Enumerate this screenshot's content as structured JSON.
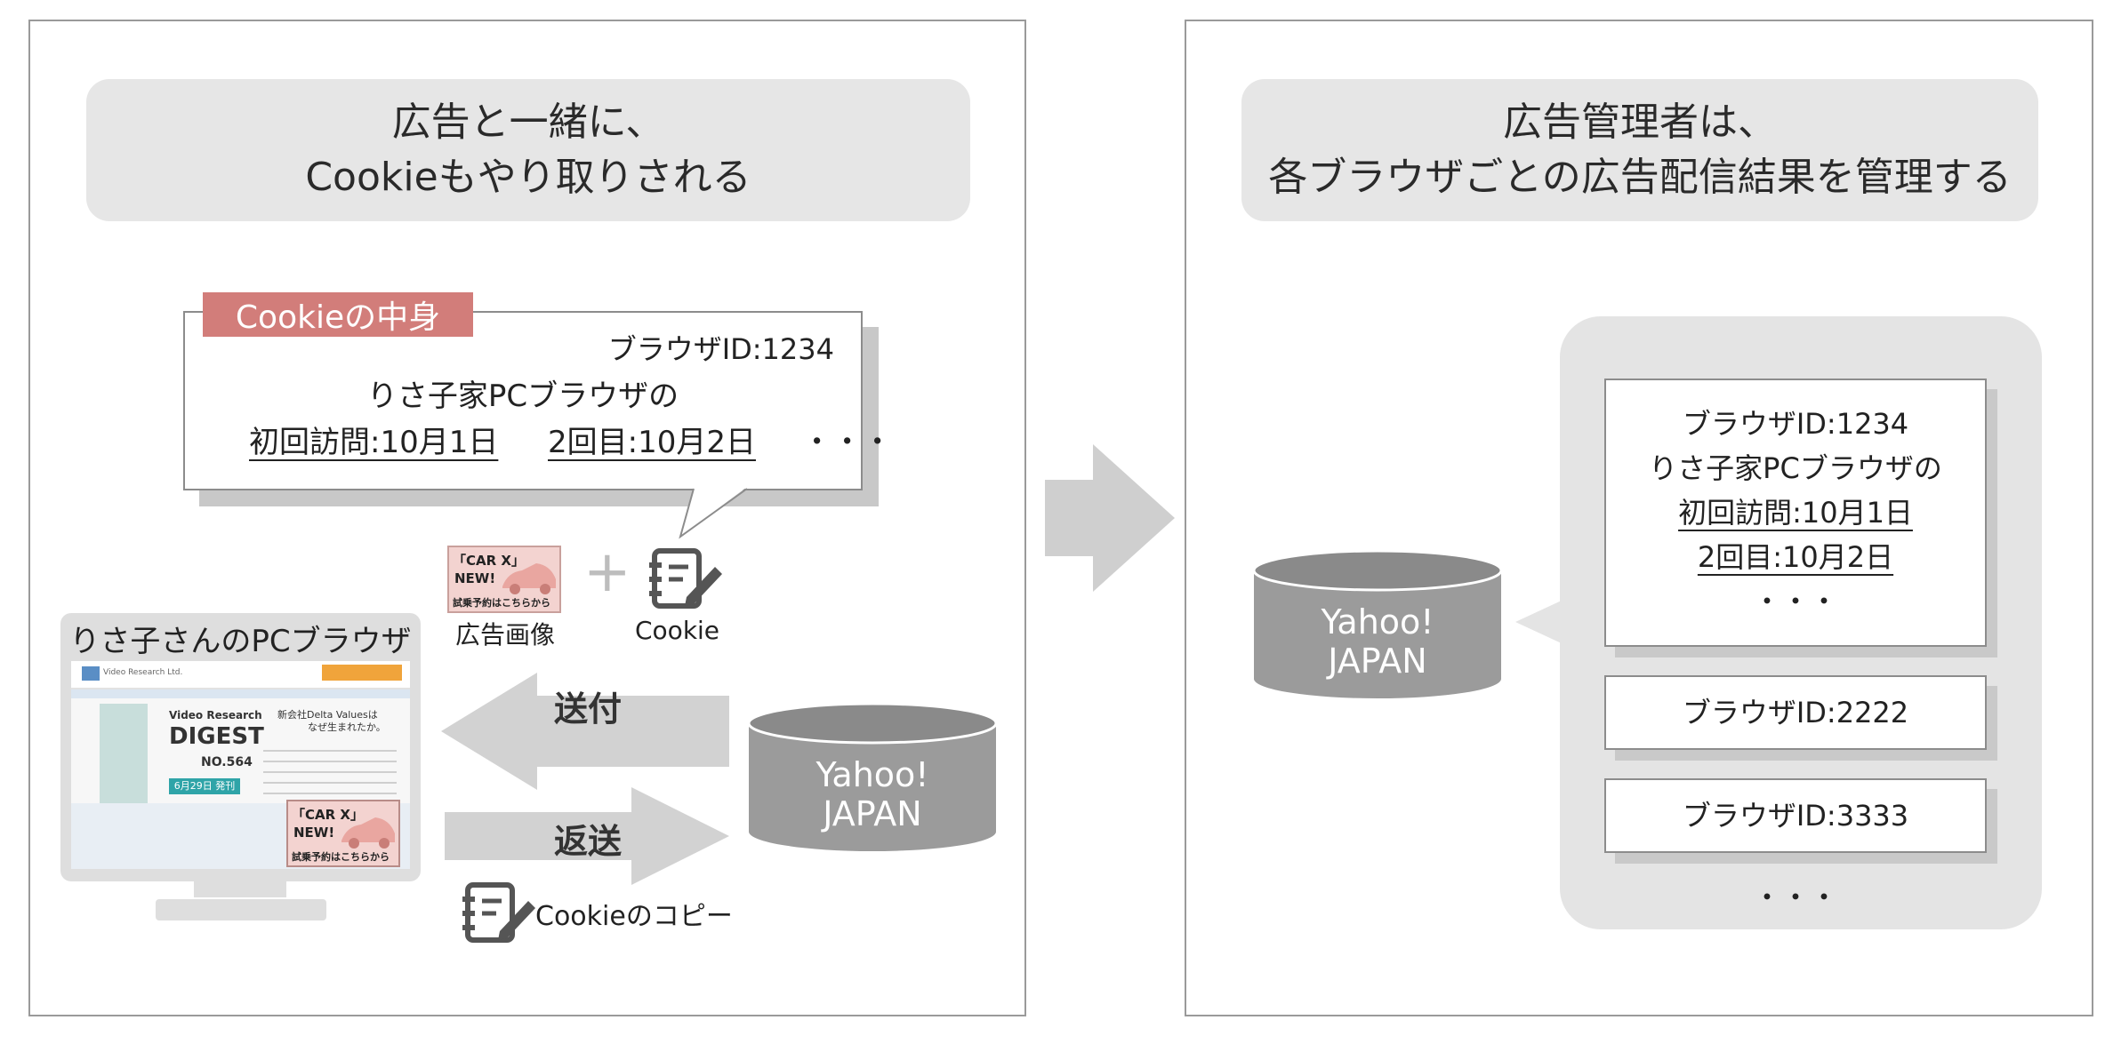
{
  "left_panel": {
    "title_line1": "広告と一緒に、",
    "title_line2": "Cookieもやり取りされる",
    "cookie_tag": "Cookieの中身",
    "bubble": {
      "browser_id": "ブラウザID:1234",
      "line1": "りさ子家PCブラウザの",
      "visit1": "初回訪問:10月1日",
      "visit2": "2回目:10月2日",
      "ellipsis": "・・・"
    },
    "ad_image_label": "広告画像",
    "ad_image_text1": "「CAR X」",
    "ad_image_text2": "NEW!",
    "ad_image_text3": "試乗予約はこちらから",
    "plus": "+",
    "cookie_label": "Cookie",
    "pc_title": "りさ子さんのPCブラウザ",
    "send_label": "送付",
    "return_label": "返送",
    "cookie_copy_label": "Cookieのコピー",
    "yahoo_line1": "Yahoo!",
    "yahoo_line2": "JAPAN",
    "screen": {
      "brand": "Video Research Ltd.",
      "digest_line1": "Video Research",
      "digest_line2": "DIGEST",
      "digest_no": "NO.564",
      "digest_date": "6月29日 発刊",
      "headline1": "新会社Delta Valuesは",
      "headline2": "なぜ生まれたか。",
      "ad_text1": "「CAR X」",
      "ad_text2": "NEW!",
      "ad_text3": "試乗予約はこちらから"
    }
  },
  "right_panel": {
    "title_line1": "広告管理者は、",
    "title_line2": "各ブラウザごとの広告配信結果を管理する",
    "yahoo_line1": "Yahoo!",
    "yahoo_line2": "JAPAN",
    "card1": {
      "browser_id": "ブラウザID:1234",
      "line1": "りさ子家PCブラウザの",
      "visit1": "初回訪問:10月1日",
      "visit2": "2回目:10月2日",
      "ellipsis": "・・・"
    },
    "card2_id": "ブラウザID:2222",
    "card3_id": "ブラウザID:3333",
    "more": "・・・"
  },
  "colors": {
    "tag": "#d27d7a",
    "ad_bg": "#f3d3d0",
    "gray_shape": "#9b9b9b",
    "arrow": "#d2d2d2",
    "panel_border": "#9a9a9a"
  }
}
